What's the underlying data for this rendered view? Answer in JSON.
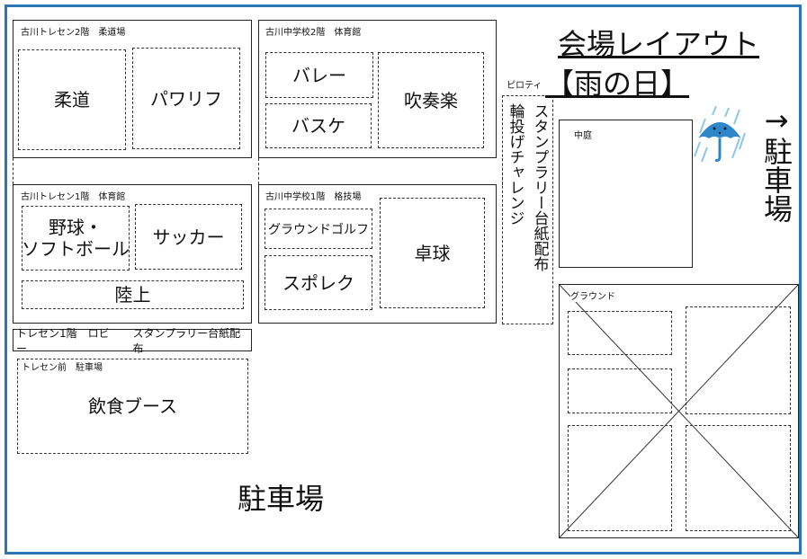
{
  "title": "会場レイアウト",
  "subtitle": "【雨の日】",
  "buildings": {
    "judo_hall": {
      "label": "古川トレセン2階　柔道場",
      "areas": [
        "柔道",
        "パワリフ"
      ]
    },
    "school_gym": {
      "label": "古川中学校2階　体育館",
      "areas": [
        "バレー",
        "バスケ",
        "吹奏楽"
      ]
    },
    "tresen_gym": {
      "label": "古川トレセン1階　体育館",
      "areas": [
        "野球・",
        "ソフトボール",
        "サッカー",
        "陸上"
      ]
    },
    "martial_hall": {
      "label": "古川中学校1階　格技場",
      "areas": [
        "グラウンドゴルフ",
        "スポレク",
        "卓球"
      ]
    },
    "lobby": {
      "label": "トレセン1階　ロビー",
      "text": "スタンプラリー台紙配布"
    },
    "front_parking": {
      "label": "トレセン前　駐車場",
      "text": "飲食ブース"
    }
  },
  "piloti": {
    "label": "ピロティ",
    "col1": "スタンプラリー台紙配布",
    "col2": "輪投げチャレンジ"
  },
  "courtyard": "中庭",
  "ground": "グラウンド",
  "parking": "駐車場",
  "parking_arrow": "→",
  "parking_right": "駐車場",
  "colors": {
    "frame": "#2e75b6",
    "umbrella": "#2f86c8"
  }
}
